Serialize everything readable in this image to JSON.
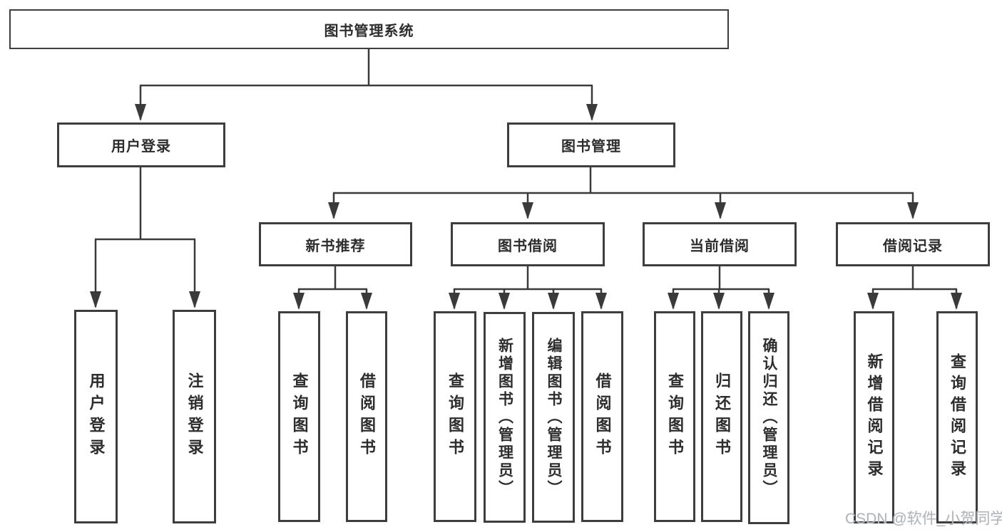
{
  "diagram_title": "图书管理系统",
  "watermark": {
    "text": "CSDN @软件_小贺同学"
  },
  "colors": {
    "background": "#ffffff",
    "line": "#3a3a3a",
    "box_border": "#3e3e3e",
    "text": "#2d2d2d",
    "watermark": "#b2b5ba"
  },
  "nodes": {
    "root": {
      "label": "图书管理系统"
    },
    "user_login": {
      "label": "用户登录"
    },
    "book_mgmt": {
      "label": "图书管理"
    },
    "new_books": {
      "label": "新书推荐"
    },
    "book_borrow": {
      "label": "图书借阅"
    },
    "current_borrow": {
      "label": "当前借阅"
    },
    "borrow_records": {
      "label": "借阅记录"
    },
    "leaf_user_login": {
      "label": "用户登录"
    },
    "leaf_logout": {
      "label": "注销登录"
    },
    "leaf_nb_query_books": {
      "label": "查询图书"
    },
    "leaf_nb_borrow_books": {
      "label": "借阅图书"
    },
    "leaf_bb_query_books": {
      "label": "查询图书"
    },
    "leaf_bb_add_books": {
      "label": "新增图书（管理员）"
    },
    "leaf_bb_edit_books": {
      "label": "编辑图书（管理员）"
    },
    "leaf_bb_borrow_books": {
      "label": "借阅图书"
    },
    "leaf_cb_query_books": {
      "label": "查询图书"
    },
    "leaf_cb_return_books": {
      "label": "归还图书"
    },
    "leaf_cb_confirm_return": {
      "label": "确认归还（管理员）"
    },
    "leaf_br_add_record": {
      "label": "新增借阅记录"
    },
    "leaf_br_query_record": {
      "label": "查询借阅记录"
    }
  },
  "hierarchy": {
    "图书管理系统": {
      "用户登录": [
        "用户登录",
        "注销登录"
      ],
      "图书管理": {
        "新书推荐": [
          "查询图书",
          "借阅图书"
        ],
        "图书借阅": [
          "查询图书",
          "新增图书（管理员）",
          "编辑图书（管理员）",
          "借阅图书"
        ],
        "当前借阅": [
          "查询图书",
          "归还图书",
          "确认归还（管理员）"
        ],
        "借阅记录": [
          "新增借阅记录",
          "查询借阅记录"
        ]
      }
    }
  }
}
